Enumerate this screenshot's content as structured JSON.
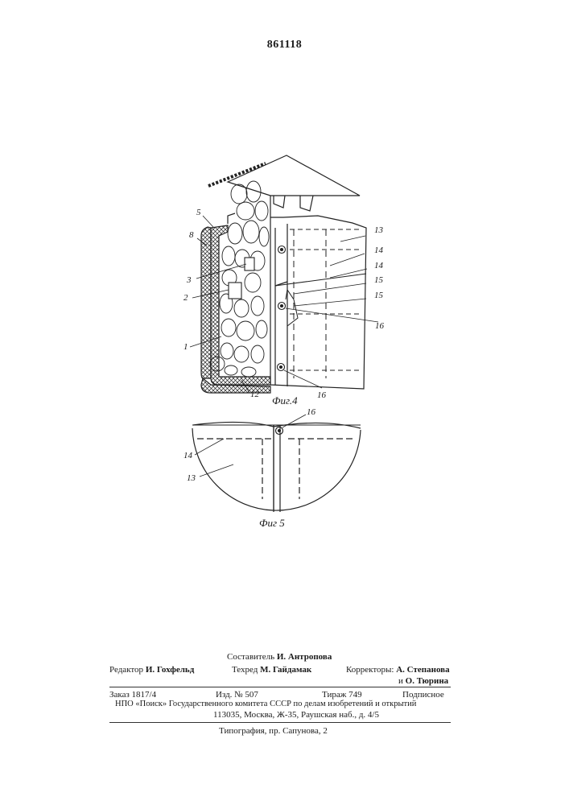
{
  "document": {
    "patent_number": "861118",
    "figures": [
      {
        "caption": "Фиг.4",
        "callouts": [
          "5",
          "8",
          "3",
          "2",
          "1",
          "12",
          "13",
          "14",
          "14",
          "15",
          "15",
          "16",
          "16"
        ]
      },
      {
        "caption": "Фиг 5",
        "callouts": [
          "16",
          "14",
          "13"
        ]
      }
    ],
    "imprint": {
      "compiler_label": "Составитель",
      "compiler_name": "И. Антропова",
      "editor_label": "Редактор",
      "editor_name": "И. Гохфельд",
      "tech_label": "Техред",
      "tech_name": "М. Гайдамак",
      "correctors_label": "Корректоры:",
      "corrector_1": "А. Степанова",
      "corrector_2_prefix": "и",
      "corrector_2": "О. Тюрина",
      "order": "Заказ 1817/4",
      "edition": "Изд. № 507",
      "circulation": "Тираж 749",
      "subscription": "Подписное",
      "publisher_line": "НПО «Поиск» Государственного комитета СССР по делам изобретений и открытий",
      "address_line": "113035, Москва, Ж-35, Раушская наб., д. 4/5",
      "printer_line": "Типография, пр. Сапунова, 2"
    }
  }
}
